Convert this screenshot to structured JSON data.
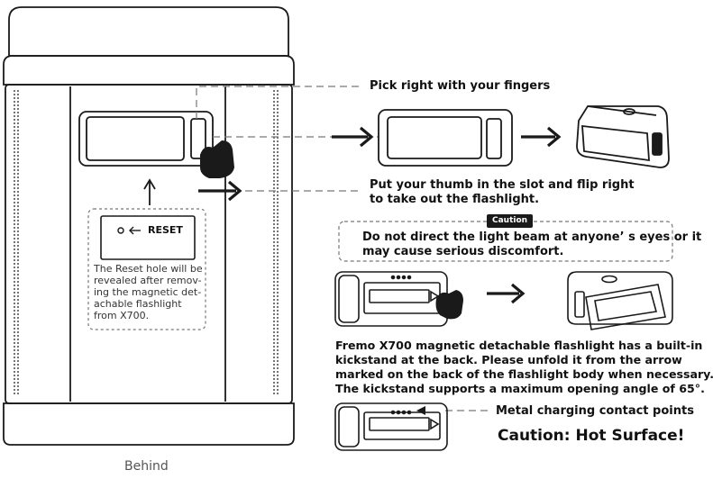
{
  "labels": {
    "pick_right": "Pick right with your fingers",
    "thumb_line1": "Put your thumb in the slot and flip right",
    "thumb_line2": "to take out the flashlight.",
    "caution_badge": "Caution",
    "caution_line1": "Do not direct the light beam at anyone’ s eyes or it",
    "caution_line2": "may cause serious discomfort.",
    "reset_button": "RESET",
    "reset_note_lines": [
      "The Reset hole will be",
      "revealed after remov-",
      "ing the magnetic det-",
      "achable flashlight",
      "from X700."
    ],
    "kickstand_lines": [
      "Fremo X700 magnetic detachable flashlight has a built-in",
      "kickstand at the back. Please unfold it from the arrow",
      "marked on the back of the flashlight body when necessary.",
      "The kickstand supports a maximum opening angle of 65°."
    ],
    "metal_contacts": "Metal charging contact points",
    "hot_surface": "Caution: Hot Surface!",
    "behind": "Behind"
  },
  "colors": {
    "line": "#1a1a1a",
    "dash": "#666666",
    "badge_bg": "#1a1a1a"
  }
}
